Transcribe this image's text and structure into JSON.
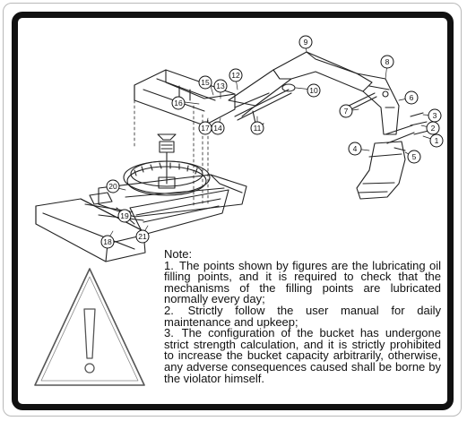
{
  "callouts": [
    "1",
    "2",
    "3",
    "4",
    "5",
    "6",
    "7",
    "8",
    "9",
    "10",
    "11",
    "12",
    "13",
    "14",
    "15",
    "16",
    "17",
    "18",
    "19",
    "20",
    "21"
  ],
  "note": {
    "title": "Note:",
    "items": [
      {
        "num": "1.",
        "text": "The points shown by figures are the lubricating oil filling points, and it is required to check that the mechanisms of the filling points are lubricated normally every day;"
      },
      {
        "num": "2.",
        "text": "Strictly follow the user manual for daily maintenance and upkeep;"
      },
      {
        "num": "3.",
        "text": "The configuration of the bucket has undergone strict strength calculation, and it is strictly prohibited to increase the bucket capacity arbitrarily, otherwise, any adverse consequences caused shall be borne by the violator himself."
      }
    ]
  },
  "warning_symbol": "exclamation-icon",
  "colors": {
    "frame": "#111111",
    "outer_border": "#b9b9b9",
    "ink": "#222222"
  }
}
